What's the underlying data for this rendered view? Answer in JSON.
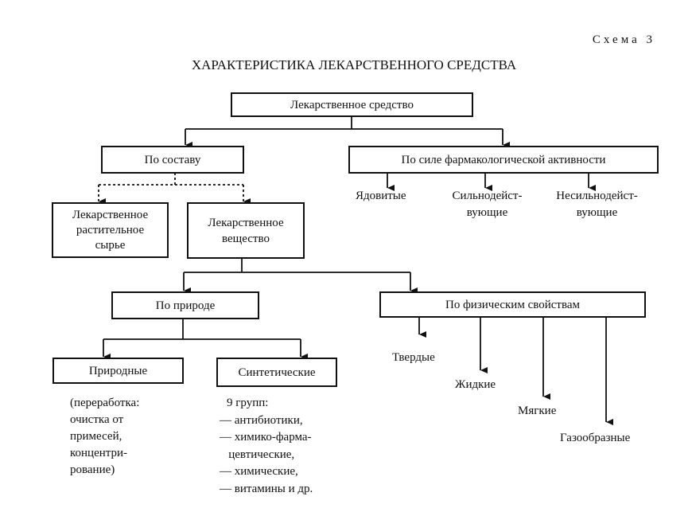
{
  "scheme_label": "Схема 3",
  "title": "ХАРАКТЕРИСТИКА ЛЕКАРСТВЕННОГО СРЕДСТВА",
  "nodes": {
    "root": "Лекарственное средство",
    "by_composition": "По составу",
    "by_activity": "По силе фармакологической активности",
    "plant_raw_line1": "Лекарственное",
    "plant_raw_line2": "растительное",
    "plant_raw_line3": "сырье",
    "substance_line1": "Лекарственное",
    "substance_line2": "вещество",
    "by_nature": "По природе",
    "by_physical": "По физическим свойствам",
    "natural": "Природные",
    "synthetic": "Синтетические"
  },
  "activity_classes": {
    "poisonous": "Ядовитые",
    "potent_line1": "Сильнодейст-",
    "potent_line2": "вующие",
    "nonpotent_line1": "Несильнодейст-",
    "nonpotent_line2": "вующие"
  },
  "physical_states": {
    "solid": "Твердые",
    "liquid": "Жидкие",
    "soft": "Мягкие",
    "gaseous": "Газообразные"
  },
  "natural_note": [
    "(переработка:",
    "очистка от",
    "примесей,",
    "концентри-",
    "рование)"
  ],
  "synthetic_note": [
    "9 групп:",
    "— антибиотики,",
    "— химико-фарма-",
    "   цевтические,",
    "— химические,",
    "— витамины и др."
  ]
}
